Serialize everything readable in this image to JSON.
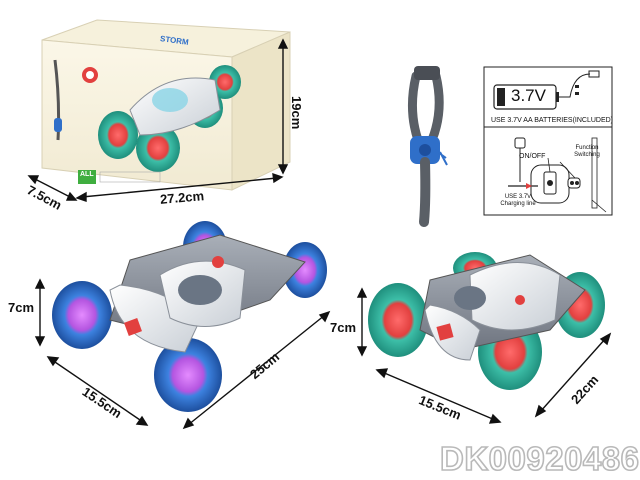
{
  "box": {
    "brand_text": "STORM",
    "badge_text": "ALL",
    "dims": {
      "height": "19cm",
      "length": "27.2cm",
      "depth": "7.5cm"
    }
  },
  "instructions": {
    "battery_label": "3.7V",
    "battery_note": "USE 3.7V AA BATTERIES(INCLUDED)",
    "on_off_label": "ON/OFF",
    "function_label": "Function Switching",
    "charging_note": "USE 3.7V Charging line"
  },
  "car_blue": {
    "dims": {
      "height": "7cm",
      "width": "15.5cm",
      "length": "25cm"
    }
  },
  "car_teal": {
    "dims": {
      "height": "7cm",
      "width": "15.5cm",
      "length": "22cm"
    }
  },
  "product_code": "DK00920486",
  "colors": {
    "teal": "#3dbfa8",
    "blue": "#2f6fc9",
    "purple": "#b455e0",
    "red": "#e2403f",
    "grey": "#8a9099"
  }
}
